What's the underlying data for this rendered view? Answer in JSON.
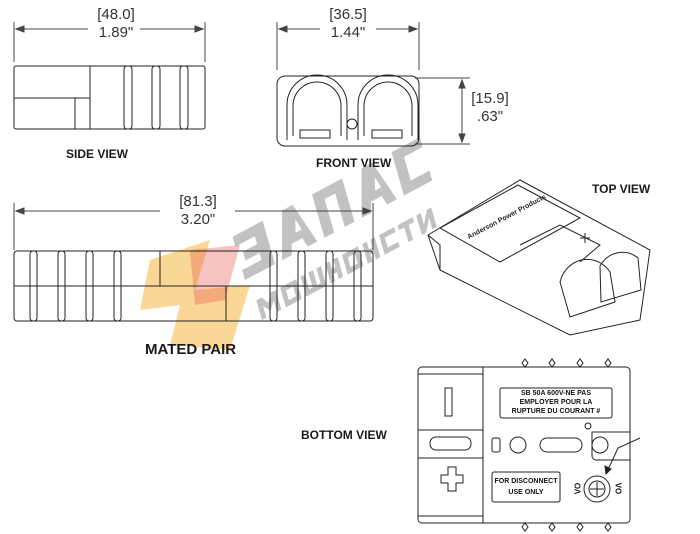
{
  "side_view": {
    "label": "SIDE VIEW",
    "dim_mm": "[48.0]",
    "dim_in": "1.89\""
  },
  "front_view": {
    "label": "FRONT VIEW",
    "dim_width_mm": "[36.5]",
    "dim_width_in": "1.44\"",
    "dim_height_mm": "[15.9]",
    "dim_height_in": ".63\""
  },
  "top_view": {
    "label": "TOP VIEW",
    "brand_mark": "Anderson Power Products"
  },
  "mated_pair": {
    "label": "MATED PAIR",
    "dim_mm": "[81.3]",
    "dim_in": "3.20\""
  },
  "bottom_view": {
    "label": "BOTTOM VIEW",
    "warning_lines": [
      "SB 50A 600V-NE PAS",
      "EMPLOYER POUR LA",
      "RUPTURE DU COURANT  #"
    ],
    "disconnect_lines": [
      "FOR DISCONNECT",
      "USE ONLY"
    ],
    "marks": [
      "VO",
      "VO"
    ]
  },
  "watermark": {
    "line1": "ЗАПАС",
    "line2": "МОЩНОСТИ"
  },
  "colors": {
    "line": "#222222",
    "dim": "#444444",
    "watermark_grey": "#9a9a9a",
    "logo_orange": "#f5b63c",
    "logo_red": "#e5534b"
  }
}
